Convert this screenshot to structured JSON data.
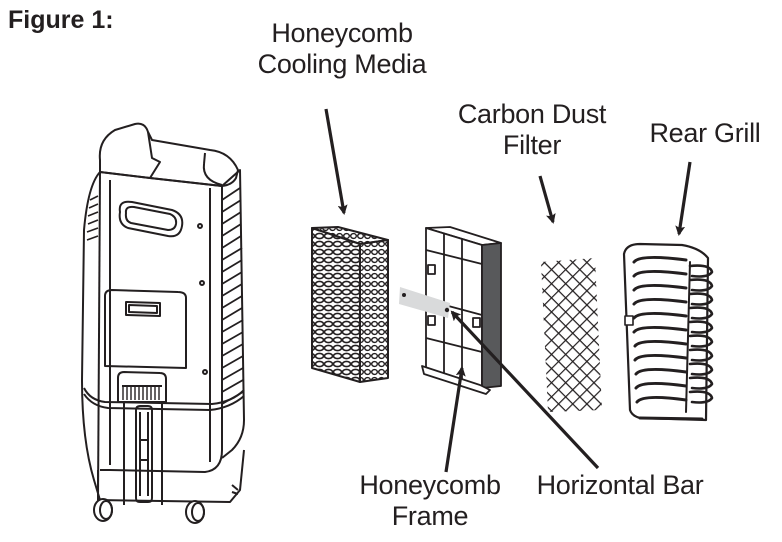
{
  "figure": {
    "title": "Figure 1:"
  },
  "labels": {
    "cooling_media_line1": "Honeycomb",
    "cooling_media_line2": "Cooling Media",
    "carbon_filter_line1": "Carbon Dust",
    "carbon_filter_line2": "Filter",
    "rear_grill": "Rear Grill",
    "frame_line1": "Honeycomb",
    "frame_line2": "Frame",
    "horizontal_bar": "Horizontal Bar"
  },
  "colors": {
    "ink": "#231f20",
    "frame_side": "#58595b",
    "horizontal_bar": "#d9dadb"
  },
  "icons": {
    "cooler": "evaporative-cooler-unit",
    "media": "honeycomb-cooling-media",
    "frame": "honeycomb-frame",
    "bar": "horizontal-bar",
    "filter": "carbon-dust-filter",
    "grill": "rear-grill"
  }
}
